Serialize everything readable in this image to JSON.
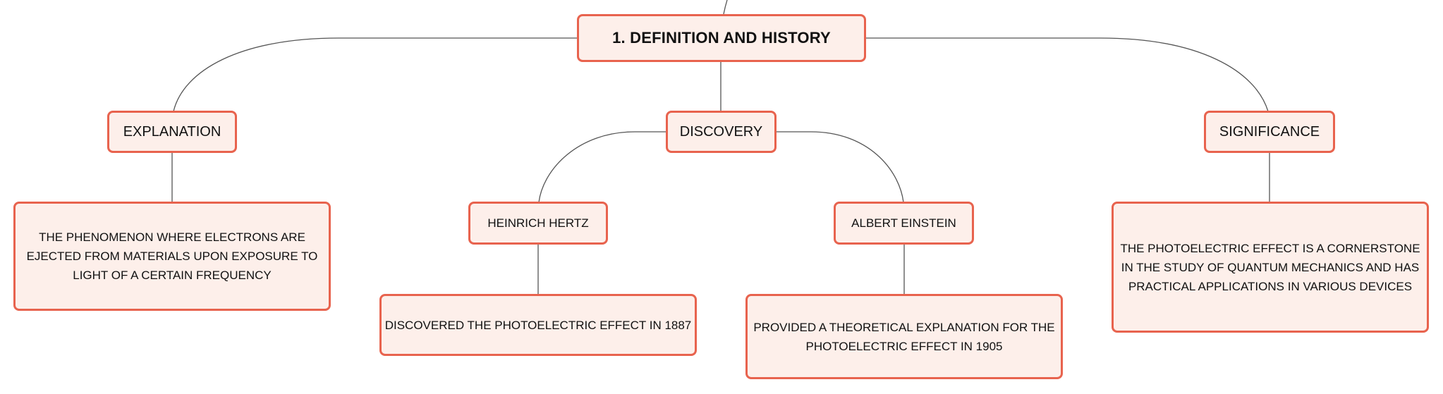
{
  "root": {
    "label": "1. DEFINITION AND HISTORY"
  },
  "branches": {
    "explanation": {
      "label": "EXPLANATION",
      "detail": "THE PHENOMENON WHERE ELECTRONS ARE EJECTED FROM MATERIALS UPON EXPOSURE TO LIGHT OF A CERTAIN FREQUENCY"
    },
    "discovery": {
      "label": "DISCOVERY",
      "hertz": {
        "label": "HEINRICH HERTZ",
        "detail": "DISCOVERED THE PHOTOELECTRIC EFFECT IN 1887"
      },
      "einstein": {
        "label": "ALBERT EINSTEIN",
        "detail": "PROVIDED A THEORETICAL EXPLANATION FOR THE PHOTOELECTRIC EFFECT IN 1905"
      }
    },
    "significance": {
      "label": "SIGNIFICANCE",
      "detail": "THE PHOTOELECTRIC EFFECT IS A CORNERSTONE IN THE STUDY OF QUANTUM MECHANICS AND HAS PRACTICAL APPLICATIONS IN VARIOUS DEVICES"
    }
  },
  "colors": {
    "node_border": "#e8634e",
    "node_fill": "#fdefea",
    "connector": "#555555"
  }
}
